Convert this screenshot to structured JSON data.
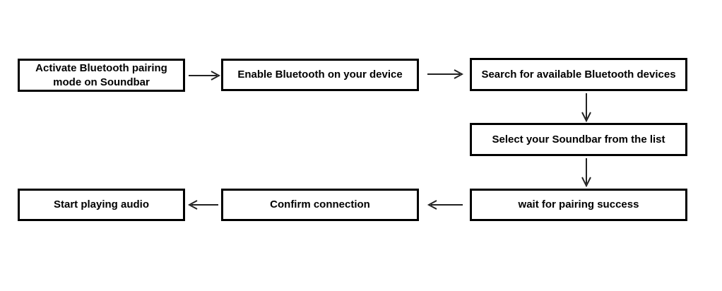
{
  "diagram": {
    "type": "flowchart",
    "colors": {
      "background": "#ffffff",
      "box_border": "#000000",
      "text": "#000000",
      "arrow": "#222222"
    },
    "nodes": [
      {
        "id": "activate-pairing",
        "label": "Activate Bluetooth pairing mode on Soundbar"
      },
      {
        "id": "enable-bluetooth",
        "label": "Enable Bluetooth on your device"
      },
      {
        "id": "search-devices",
        "label": "Search for available Bluetooth devices"
      },
      {
        "id": "select-soundbar",
        "label": "Select your Soundbar from the list"
      },
      {
        "id": "wait-pairing",
        "label": "wait for pairing success"
      },
      {
        "id": "confirm-connection",
        "label": "Confirm connection"
      },
      {
        "id": "start-audio",
        "label": "Start playing audio"
      }
    ],
    "edges": [
      {
        "from": "activate-pairing",
        "to": "enable-bluetooth",
        "direction": "right"
      },
      {
        "from": "enable-bluetooth",
        "to": "search-devices",
        "direction": "right"
      },
      {
        "from": "search-devices",
        "to": "select-soundbar",
        "direction": "down"
      },
      {
        "from": "select-soundbar",
        "to": "wait-pairing",
        "direction": "down"
      },
      {
        "from": "wait-pairing",
        "to": "confirm-connection",
        "direction": "left"
      },
      {
        "from": "confirm-connection",
        "to": "start-audio",
        "direction": "left"
      }
    ]
  }
}
